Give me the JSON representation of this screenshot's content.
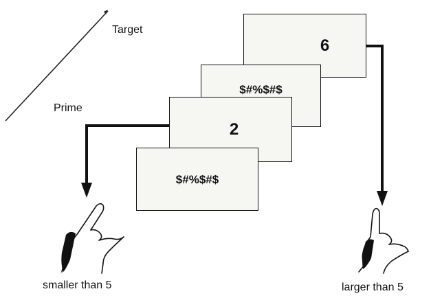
{
  "labels": {
    "target": "Target",
    "prime": "Prime",
    "left_response": "smaller than 5",
    "right_response": "larger than 5"
  },
  "cards": {
    "target_digit": "6",
    "target_mask": "$#%$#$",
    "prime_digit": "2",
    "prime_mask": "$#%$#$"
  },
  "icons": {
    "time_arrow": "diagonal-line",
    "left_arrow": "elbow-arrow-down",
    "right_arrow": "elbow-arrow-down",
    "left_hand": "pointing-hand",
    "right_hand": "pointing-hand"
  }
}
